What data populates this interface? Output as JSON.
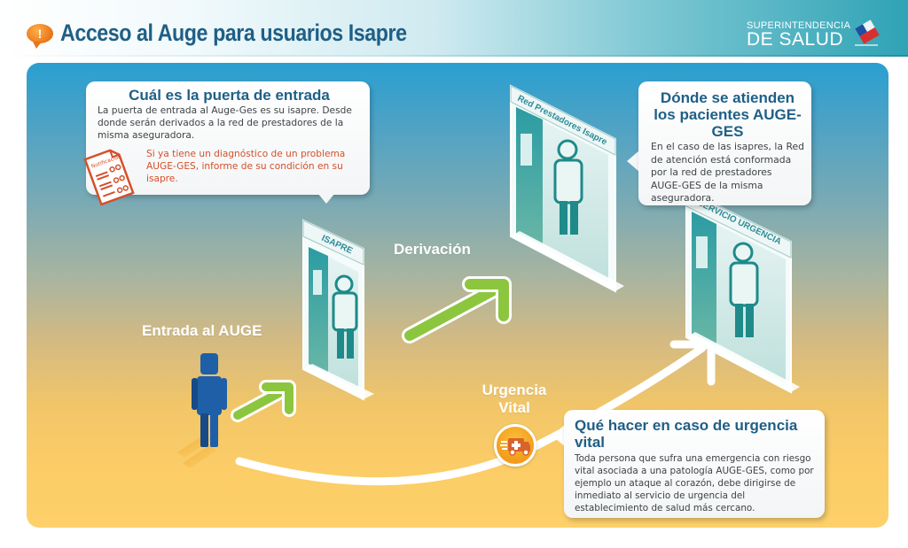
{
  "header": {
    "title": "Acceso al Auge para usuarios Isapre",
    "title_icon": "exclamation-speech-bubble-icon",
    "logo": {
      "line1": "SUPERINTENDENCIA",
      "line2": "DE SALUD",
      "emblem": "chile-flag-emblem-icon"
    }
  },
  "colors": {
    "title_blue": "#1f5f86",
    "note_red": "#d4502a",
    "panel_top": "#2a9fd0",
    "panel_bottom": "#fdd06a",
    "arrow_green": "#8cc63f",
    "doctor_teal": "#1e8a8a",
    "patient_blue": "#1f5fa8",
    "ambulance_orange": "#f39b1c"
  },
  "callouts": {
    "entry": {
      "title": "Cuál es la puerta de entrada",
      "body": "La puerta de entrada al Auge-Ges es su isapre. Desde donde serán derivados a la red de prestadores de la misma aseguradora.",
      "note": "Si ya tiene un diagnóstico de un problema AUGE-GES, informe de su condición en su isapre.",
      "note_icon_label": "Notificación"
    },
    "network": {
      "title": "Dónde se atienden los pacientes AUGE-GES",
      "body": "En el caso  de las isapres, la Red de atención está conformada por la red de prestadores AUGE-GES de la misma aseguradora."
    },
    "emergency": {
      "title": "Qué hacer en caso de urgencia vital",
      "body": "Toda persona que sufra una emergencia con riesgo vital asociada a una patología AUGE-GES, como por ejemplo un ataque al corazón, debe dirigirse de inmediato al servicio de urgencia del establecimiento de salud más cercano."
    }
  },
  "stages": {
    "entrada": "Entrada al AUGE",
    "derivacion": "Derivación",
    "urgencia": "Urgencia Vital"
  },
  "doors": {
    "isapre": "ISAPRE",
    "red": "Red Prestadores Isapre",
    "urgencia": "SERVICIO URGENCIA"
  }
}
